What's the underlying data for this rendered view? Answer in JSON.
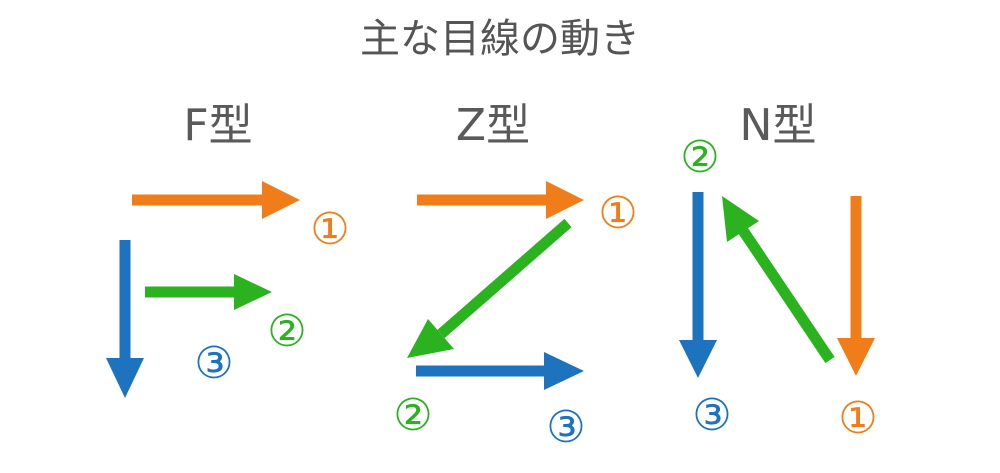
{
  "title": "主な目線の動き",
  "colors": {
    "text": "#555555",
    "orange": "#f07d1a",
    "green": "#2ab31f",
    "blue": "#1d73bd"
  },
  "sections": {
    "f": {
      "label": "F型",
      "step1": "①",
      "step2": "②",
      "step3": "③"
    },
    "z": {
      "label": "Z型",
      "step1": "①",
      "step2": "②",
      "step3": "③"
    },
    "n": {
      "label": "N型",
      "step1": "①",
      "step2": "②",
      "step3": "③"
    }
  }
}
